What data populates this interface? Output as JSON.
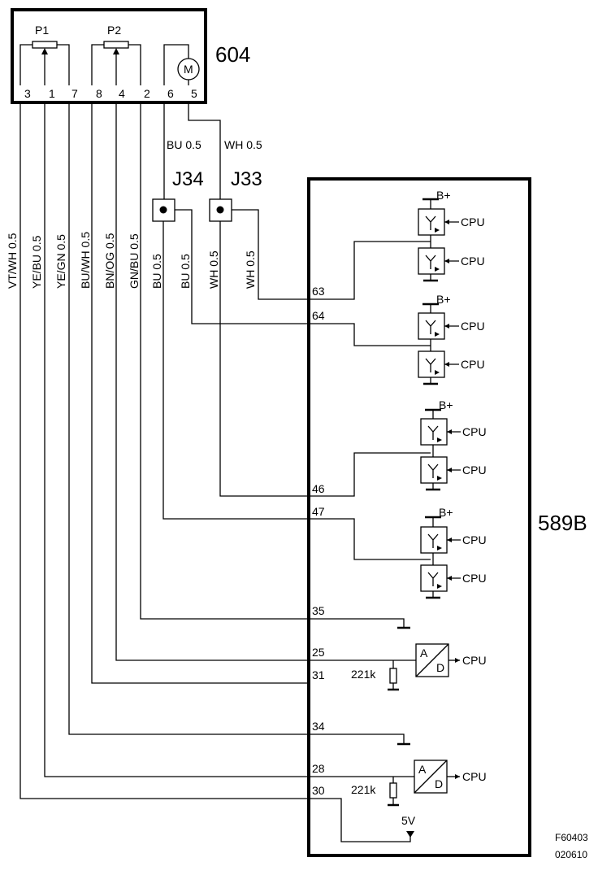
{
  "components": {
    "motor_unit": {
      "id": "604",
      "pots": [
        "P1",
        "P2"
      ],
      "motor": "M",
      "pins": [
        "3",
        "1",
        "7",
        "8",
        "4",
        "2",
        "6",
        "5"
      ]
    },
    "control_module": {
      "id": "589B"
    },
    "connectors": [
      "J34",
      "J33"
    ]
  },
  "wires": {
    "top": [
      "BU  0.5",
      "WH  0.5"
    ],
    "vertical": [
      "VT/WH  0.5",
      "YE/BU  0.5",
      "YE/GN  0.5",
      "BU/WH  0.5",
      "BN/OG  0.5",
      "GN/BU  0.5",
      "BU  0.5",
      "BU  0.5",
      "WH  0.5",
      "WH  0.5"
    ]
  },
  "module_pins": [
    "63",
    "64",
    "46",
    "47",
    "35",
    "25",
    "31",
    "34",
    "28",
    "30"
  ],
  "labels": {
    "supply": "B+",
    "cpu": "CPU",
    "adc_a": "A",
    "adc_d": "D",
    "resistor": "221k",
    "ref": "5V"
  },
  "footer": {
    "figure": "F60403",
    "date": "020610"
  }
}
